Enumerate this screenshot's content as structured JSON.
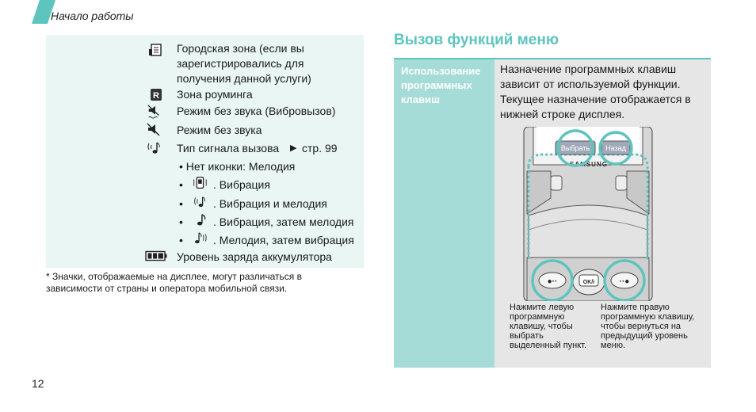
{
  "header": {
    "section_title": "Начало работы"
  },
  "page_number": "12",
  "status_icons": [
    {
      "icon": "home-zone-icon",
      "label": "Городская зона (если вы"
    },
    {
      "icon": "roaming-icon",
      "label": "Зона роуминга"
    },
    {
      "icon": "silent-vibrate-icon",
      "label": "Режим без звука (Вибровызов)"
    },
    {
      "icon": "silent-mute-icon",
      "label": "Режим без звука"
    },
    {
      "icon": "call-alert-icon",
      "label": "Тип сигнала вызова"
    },
    {
      "icon": "battery-icon",
      "label": "Уровень заряда аккумулятора"
    }
  ],
  "home_zone_extra": [
    "зарегистрировались для",
    "получения данной услуги)"
  ],
  "call_alert_ref": "стр. 99",
  "no_icon_item": "• Нет иконки: Мелодия",
  "alert_types": [
    {
      "icon": "vibration-icon",
      "label": ". Вибрация"
    },
    {
      "icon": "vibration-melody-icon",
      "label": ". Вибрация и мелодия"
    },
    {
      "icon": "vibration-then-melody-icon",
      "label": ". Вибрация, затем мелодия"
    },
    {
      "icon": "melody-then-vibration-icon",
      "label": ". Мелодия, затем вибрация"
    }
  ],
  "bullet": "•",
  "footnote": "* Значки, отображаемые на дисплее, могут различаться в зависимости от страны и оператора мобильной связи.",
  "menu_section": {
    "title": "Вызов функций меню",
    "row_label": "Использование программных клавиш",
    "description": "Назначение программных клавиш зависит от используемой функции. Текущее назначение отображается в нижней строке дисплея."
  },
  "phone": {
    "left_softkey_label": "Выбрать",
    "right_softkey_label": "Назад",
    "brand": "SAMSUNG",
    "ok_key": "OK/i",
    "left_caption": "Нажмите левую программную клавишу, чтобы выбрать выделенный пункт.",
    "right_caption": "Нажмите правую программную клавишу, чтобы вернуться на предыдущий уровень меню."
  },
  "colors": {
    "accent": "#5ec4be",
    "teal_fill": "#a6dcd8",
    "panel_fill": "#e9f6f4",
    "grey_fill": "#e6e6e6"
  }
}
